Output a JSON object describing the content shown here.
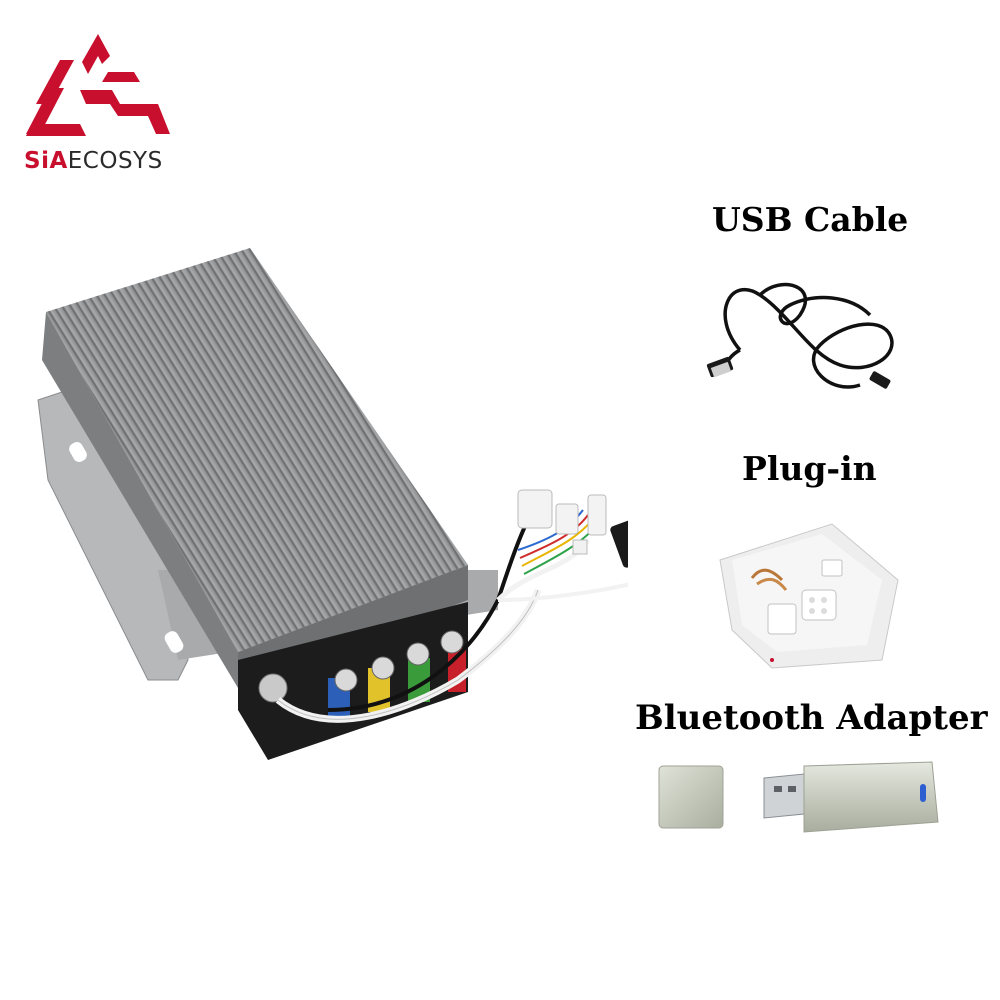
{
  "brand": {
    "logo_icon": "siaecosys-logo-icon",
    "name_part1": "SiA",
    "name_part2": "ECOSYS",
    "brand_color": "#c8102e"
  },
  "products": {
    "main": {
      "icon": "motor-controller-image"
    },
    "usb_cable": {
      "title": "USB Cable",
      "icon": "usb-cable-image"
    },
    "plug_in": {
      "title": "Plug-in",
      "icon": "connector-bag-image"
    },
    "bluetooth_adapter": {
      "title": "Bluetooth Adapter",
      "icon": "bluetooth-dongle-image"
    }
  }
}
